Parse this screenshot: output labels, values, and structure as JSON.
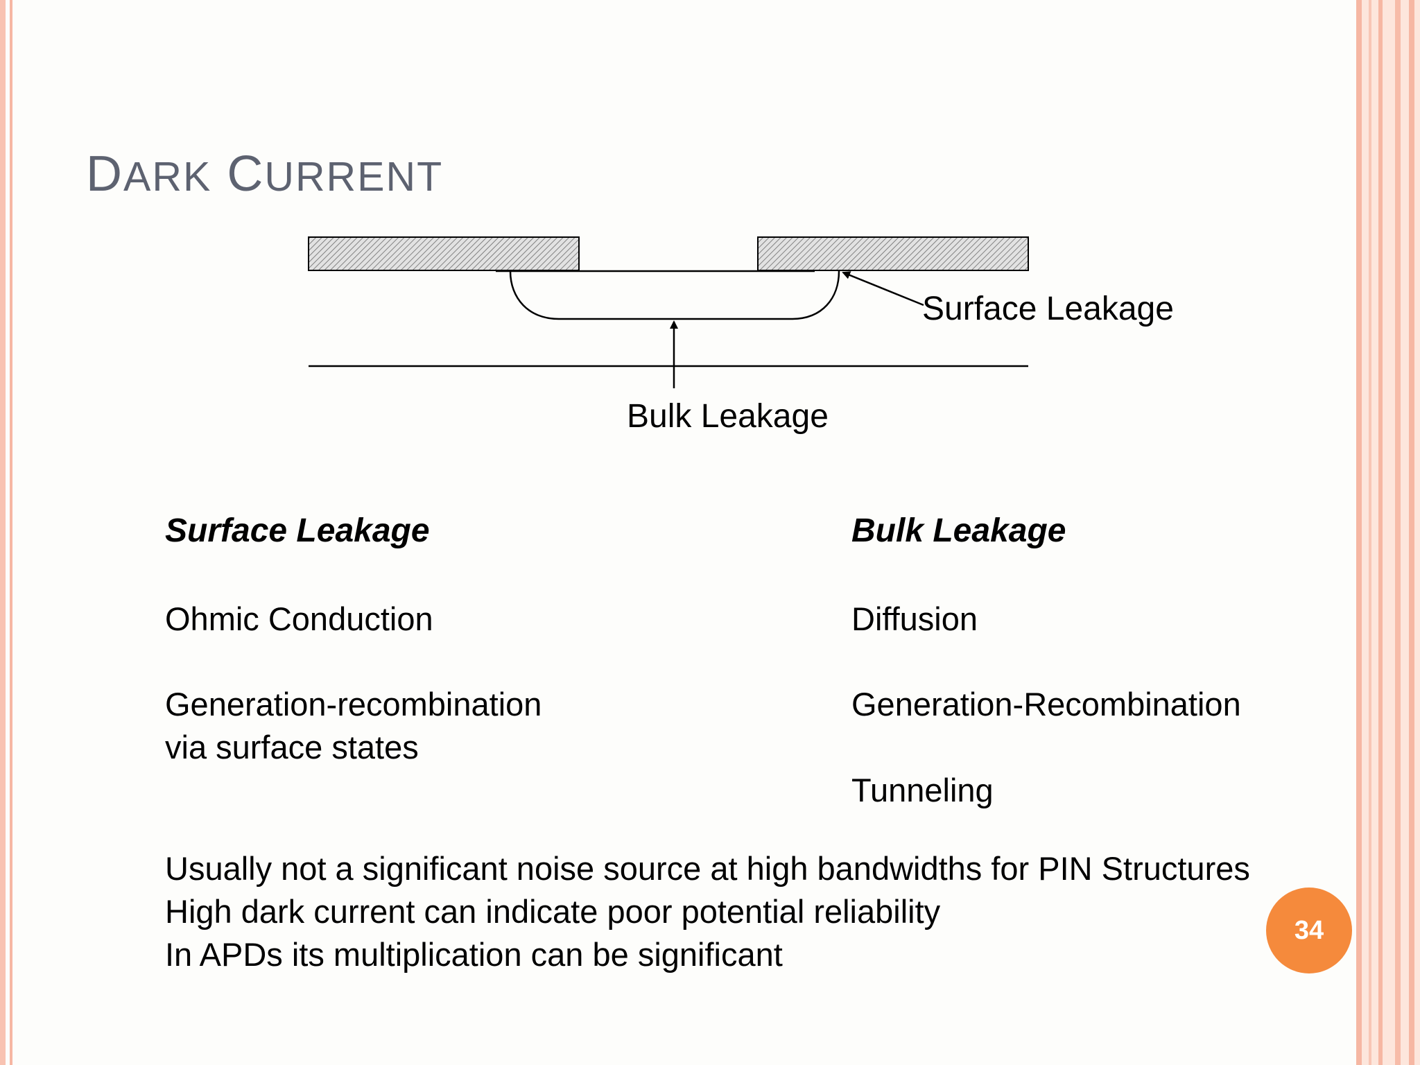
{
  "slide": {
    "title_initial_1": "D",
    "title_rest_1": "ark",
    "title_initial_2": "C",
    "title_rest_2": "urrent",
    "page_number": "34",
    "accent_color": "#f58a3c",
    "border_color": "#f6b7a3"
  },
  "diagram": {
    "surface_label": "Surface Leakage",
    "bulk_label": "Bulk Leakage"
  },
  "columns": {
    "left": {
      "heading": "Surface Leakage",
      "items": [
        "Ohmic Conduction",
        "Generation-recombination",
        "via surface states"
      ]
    },
    "right": {
      "heading": "Bulk Leakage",
      "items": [
        "Diffusion",
        "Generation-Recombination",
        "Tunneling"
      ]
    }
  },
  "bullets": [
    "Usually not a significant noise source at high bandwidths for PIN Structures",
    "High dark current can indicate poor potential reliability",
    "In APDs its multiplication can be significant"
  ]
}
